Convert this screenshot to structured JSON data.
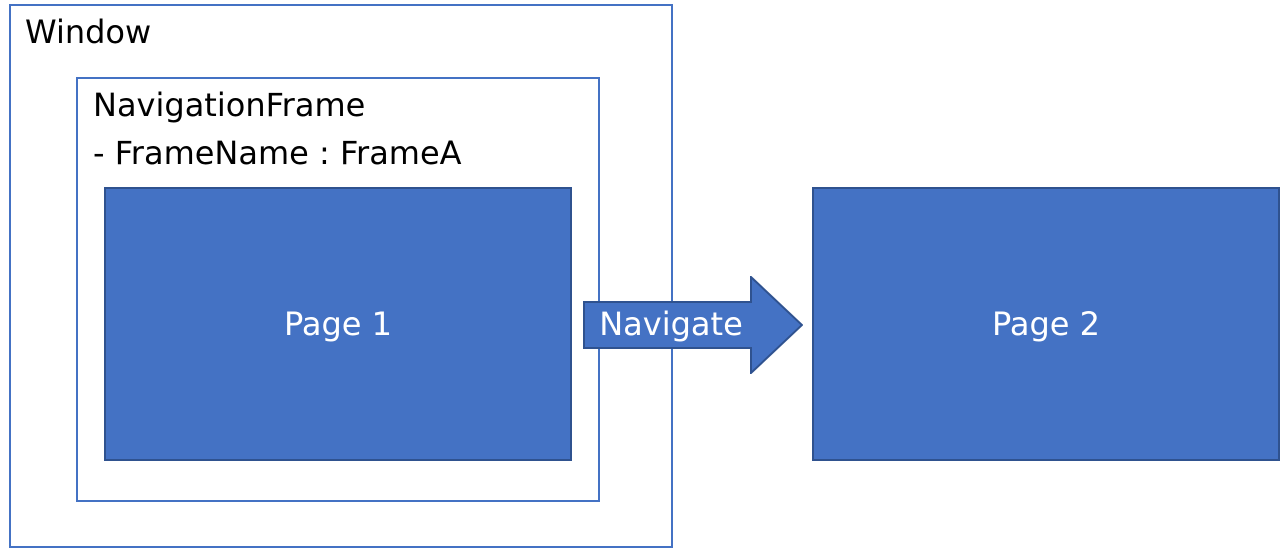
{
  "window": {
    "label": "Window"
  },
  "navigation_frame": {
    "title": "NavigationFrame",
    "frame_name": "- FrameName : FrameA"
  },
  "pages": [
    {
      "label": "Page 1"
    },
    {
      "label": "Page 2"
    }
  ],
  "arrow": {
    "label": "Navigate"
  },
  "colors": {
    "accent": "#4472C4",
    "border_dark": "#2F528F",
    "text": "#000000",
    "page_text": "#ffffff"
  }
}
